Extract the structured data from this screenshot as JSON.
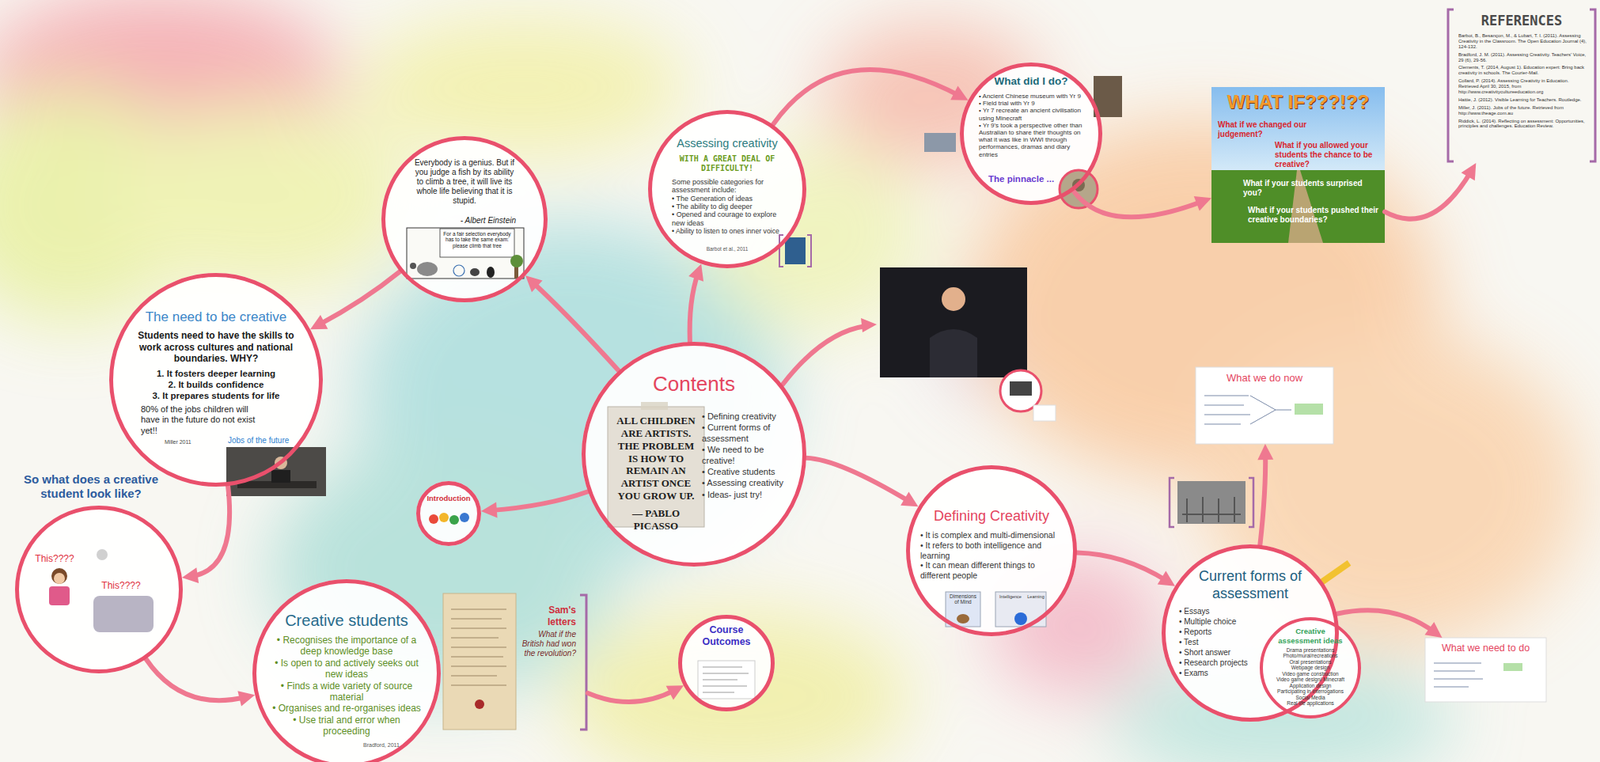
{
  "diagram": {
    "nodes": [
      {
        "text": [
          "Contents",
          "ALL CHILDREN ARE ARTISTS. THE PROBLEM IS HOW TO REMAIN AN ARTIST ONCE YOU GROW UP.",
          "— PABLO PICASSO",
          "• Defining creativity",
          "• Current forms of assessment",
          "• We need to be creative!",
          "• Creative students",
          "• Assessing creativity",
          "• Ideas- just try!"
        ]
      },
      {
        "text": [
          "Everybody is a genius. But if you judge a fish by its ability to climb a tree, it will live its whole life believing that it is stupid.",
          "- Albert Einstein",
          "For a fair selection everybody has to take the same exam: please climb that tree"
        ]
      },
      {
        "text": [
          "The need to be creative",
          "Students need to have the skills to work across cultures and national boundaries. WHY?",
          "1. It fosters deeper learning",
          "2. It builds confidence",
          "3. It prepares students for life",
          "80% of the jobs children will have in the future do not exist yet!!",
          "Miller 2011",
          "Jobs of the future"
        ]
      },
      {
        "text": [
          "So what does a creative student look like?",
          "This????",
          "This????"
        ]
      },
      {
        "text": [
          "Creative students",
          "• Recognises the importance of a deep knowledge base",
          "• Is open to and actively seeks out new ideas",
          "• Finds a wide variety of source material",
          "• Organises and re-organises ideas",
          "• Use trial and error when proceeding",
          "Bradford, 2011"
        ]
      },
      {
        "text": [
          "Introduction"
        ]
      },
      {
        "text": [
          "Sam's letters",
          "What if the British had won the revolution?"
        ]
      },
      {
        "text": [
          "Course Outcomes"
        ]
      },
      {
        "text": [
          "Assessing creativity",
          "WITH A GREAT DEAL OF DIFFICULTY!",
          "Some possible categories for assessment include:",
          "• The Generation of ideas",
          "• The ability to dig deeper",
          "• Opened and courage to explore new ideas",
          "• Ability to listen to ones inner voice",
          "Barbot et al., 2011"
        ]
      },
      {
        "text": [
          "What did I do?",
          "• Ancient Chinese museum with Yr 9",
          "• Field trial with Yr 9",
          "• Yr 7 recreate an ancient civilisation using Minecraft",
          "• Yr 9's took a perspective other than Australian to share their thoughts on what it was like in WWI through performances, dramas and diary entries",
          "The pinnacle ..."
        ]
      },
      {
        "text": [
          "WHAT IF???!??",
          "What if we changed our judgement?",
          "What if you allowed your students the chance to be creative?",
          "What if your students surprised you?",
          "What if your students pushed their creative boundaries?"
        ]
      },
      {
        "text": [
          "REFERENCES",
          "Barbot, B., Besançon, M., & Lubart, T. I. (2011). Assessing Creativity in the Classroom. The Open Education Journal (4), 124-132.",
          "Bradford, J. M. (2011). Assessing Creativity. Teachers' Voice, 29 (6), 29-56.",
          "Clements, T. (2014, August 1). Education expert: Bring back creativity in schools. The Courier-Mail.",
          "Collard, P. (2014). Assessing Creativity in Education. Retrieved April 30, 2015, from http://www.creativitycultureeducation.org",
          "Hattie, J. (2012). Visible Learning for Teachers. Routledge.",
          "Miller, J. (2011). Jobs of the future. Retrieved from http://www.theage.com.au",
          "Riddick, L. (2014). Reflecting on assessment: Opportunities, principles and challenges. Education Review."
        ]
      },
      {
        "text": [
          "Defining Creativity",
          "• It is complex and multi-dimensional",
          "• It refers to both intelligence and learning",
          "• It can mean different things to different people",
          "Dimensions of Mind",
          "Intelligence",
          "Learning"
        ]
      },
      {
        "text": [
          "Current forms of assessment",
          "• Essays",
          "• Multiple choice",
          "• Reports",
          "• Test",
          "• Short answer",
          "• Research projects",
          "• Exams"
        ]
      },
      {
        "text": [
          "Creative assessment ideas",
          "Drama presentations",
          "Photo/mural/recreations",
          "Oral presentations",
          "Webpage design",
          "Video game construction",
          "Video game design/ Minecraft",
          "Application design",
          "Participating in interrogations",
          "Social Media",
          "Real life applications"
        ],
        "in": 13
      },
      {
        "text": [
          "What we do now"
        ]
      },
      {
        "text": [
          "What we need to do"
        ]
      }
    ],
    "edges": [
      {
        "from": 0,
        "to": 1,
        "arrow": "to"
      },
      {
        "from": 1,
        "to": 2,
        "arrow": "to"
      },
      {
        "from": 2,
        "to": 3,
        "arrow": "to"
      },
      {
        "from": 3,
        "to": 4,
        "arrow": "to"
      },
      {
        "from": 0,
        "to": 5,
        "arrow": "to"
      },
      {
        "from": 6,
        "to": 7,
        "arrow": "to"
      },
      {
        "from": 0,
        "to": 8,
        "arrow": "to"
      },
      {
        "from": 8,
        "to": 9,
        "arrow": "to"
      },
      {
        "from": 9,
        "to": 10,
        "arrow": "to"
      },
      {
        "from": 10,
        "to": 11,
        "arrow": "to"
      },
      {
        "from": 0,
        "to": 12,
        "arrow": "to"
      },
      {
        "from": 12,
        "to": 13,
        "arrow": "to"
      },
      {
        "from": 13,
        "to": 15,
        "arrow": "to"
      },
      {
        "from": 13,
        "to": 16,
        "arrow": "to"
      }
    ]
  }
}
